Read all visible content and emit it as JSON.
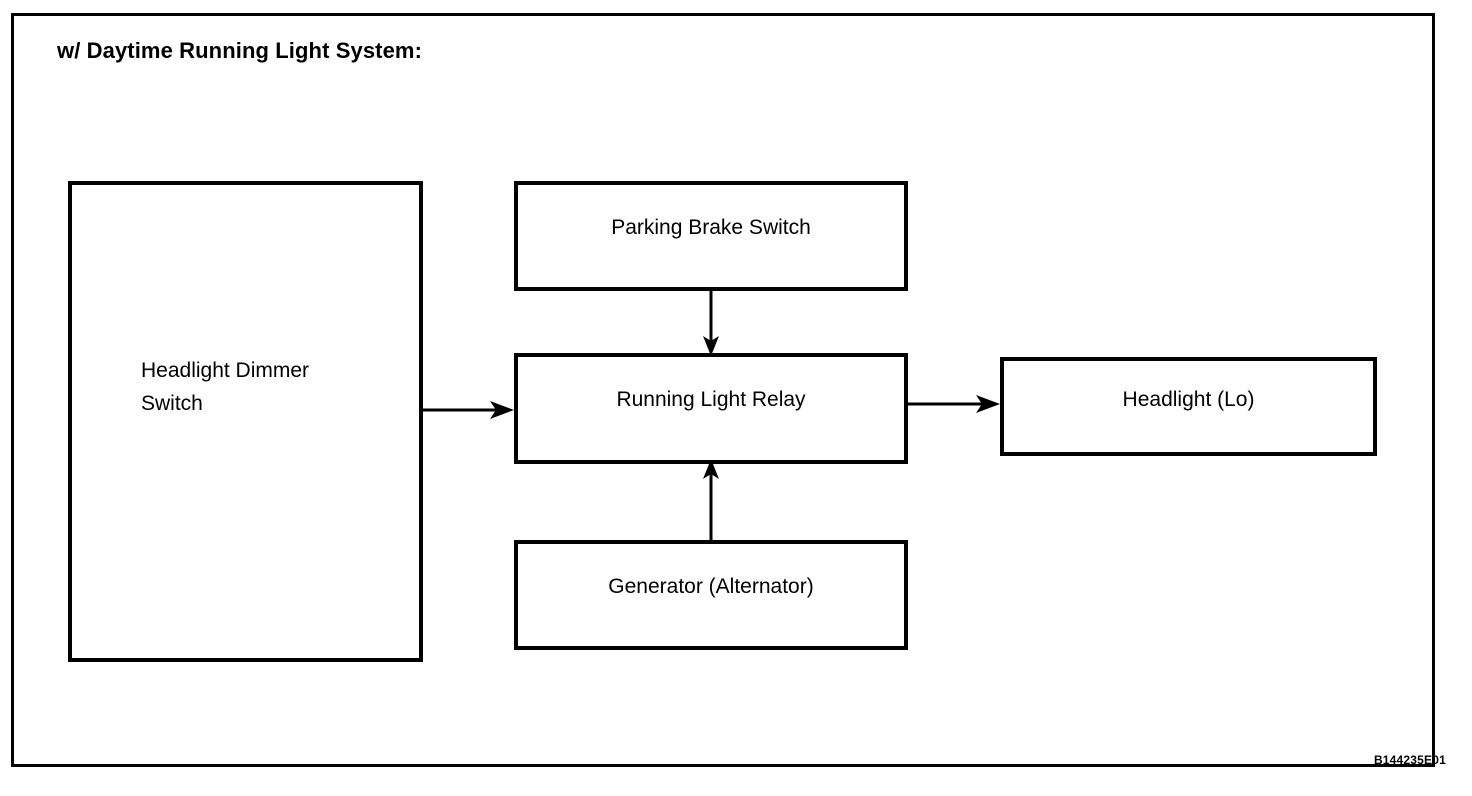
{
  "figure": {
    "title": "w/ Daytime Running Light System:",
    "reference_code": "B144235E01",
    "line_color": "#000000",
    "background_color": "#ffffff"
  },
  "nodes": [
    {
      "id": "headlight-dimmer-switch",
      "label": "Headlight Dimmer\nSwitch"
    },
    {
      "id": "parking-brake-switch",
      "label": "Parking Brake Switch"
    },
    {
      "id": "running-light-relay",
      "label": "Running Light Relay"
    },
    {
      "id": "generator-alternator",
      "label": "Generator (Alternator)"
    },
    {
      "id": "headlight-lo",
      "label": "Headlight (Lo)"
    }
  ],
  "connections": [
    {
      "from": "parking-brake-switch",
      "to": "running-light-relay",
      "direction": "down"
    },
    {
      "from": "generator-alternator",
      "to": "running-light-relay",
      "direction": "up"
    },
    {
      "from": "headlight-dimmer-switch",
      "to": "running-light-relay",
      "direction": "right"
    },
    {
      "from": "running-light-relay",
      "to": "headlight-lo",
      "direction": "right"
    }
  ]
}
